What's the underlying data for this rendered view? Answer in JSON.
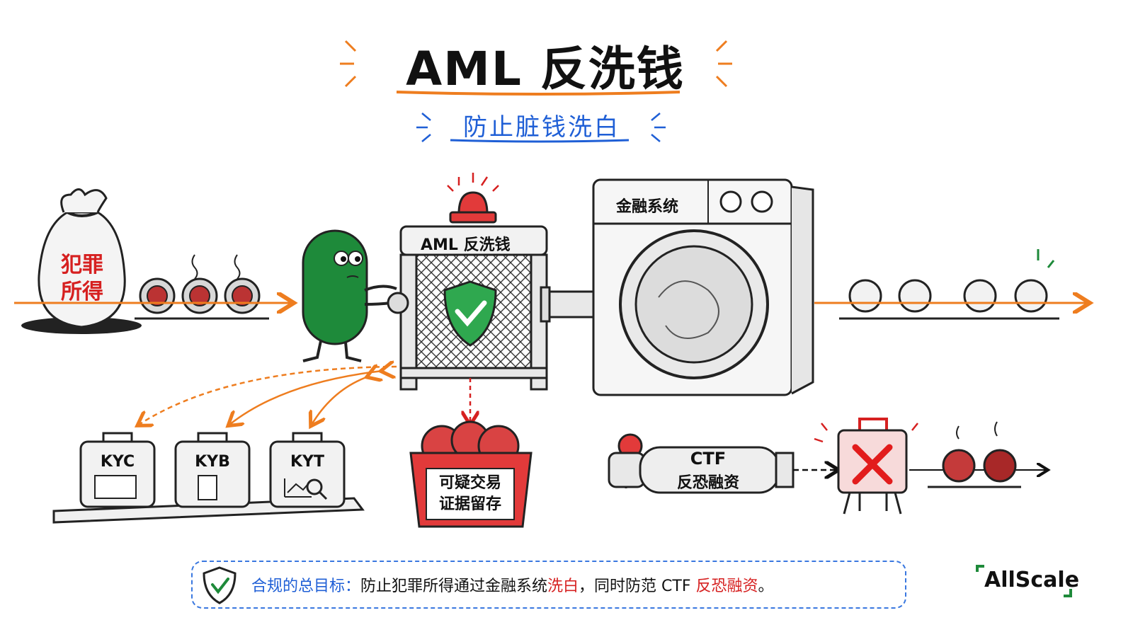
{
  "header": {
    "title": "AML 反洗钱",
    "subtitle": "防止脏钱洗白"
  },
  "bag": {
    "label_line1": "犯罪",
    "label_line2": "所得"
  },
  "aml_frame": {
    "label": "AML 反洗钱"
  },
  "washing_machine": {
    "label": "金融系统"
  },
  "checks": [
    {
      "label": "KYC",
      "icon": "id-card-icon"
    },
    {
      "label": "KYB",
      "icon": "building-icon"
    },
    {
      "label": "KYT",
      "icon": "chart-search-icon"
    }
  ],
  "basket": {
    "line1": "可疑交易",
    "line2": "证据留存"
  },
  "ctf": {
    "title": "CTF",
    "subtitle": "反恐融资"
  },
  "banner": {
    "lead": "合规的总目标：",
    "text1": "防止犯罪所得通过金融系统",
    "highlight1": "洗白",
    "text2": "，同时防范 CTF ",
    "highlight2": "反恐融资",
    "text3": "。"
  },
  "logo": {
    "text": "AllScale"
  },
  "colors": {
    "accent_orange": "#ee7d1f",
    "accent_blue": "#1f5fd6",
    "alert_red": "#d62020",
    "character_green": "#1e8a3a"
  }
}
